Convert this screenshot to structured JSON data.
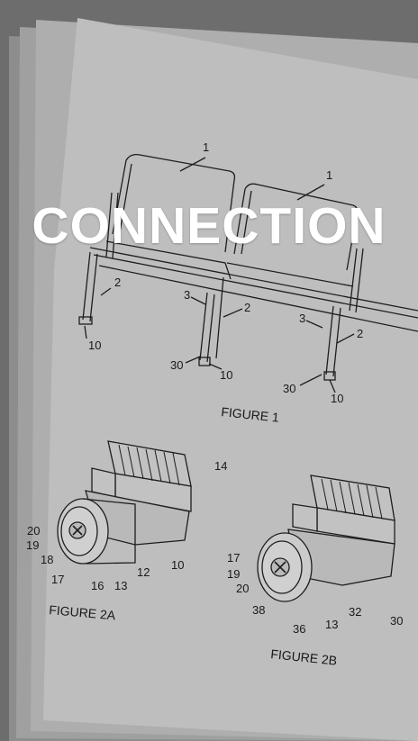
{
  "headline": "CONNECTION",
  "figure_captions": {
    "fig1": "FIGURE 1",
    "fig2a": "FIGURE 2A",
    "fig2b": "FIGURE 2B"
  },
  "fig1_labels": {
    "seat_left": "1",
    "seat_right": "1",
    "leg_left": "2",
    "leg_mid": "2",
    "leg_right": "2",
    "beam_mid": "3",
    "beam_right": "3",
    "foot_left": "10",
    "foot_mid_a": "30",
    "foot_mid_b": "10",
    "foot_right_a": "30",
    "foot_right_b": "10"
  },
  "fig2a_labels": [
    "20",
    "19",
    "18",
    "17",
    "16",
    "13",
    "12",
    "10",
    "14"
  ],
  "fig2b_labels": [
    "17",
    "19",
    "20",
    "38",
    "36",
    "13",
    "32",
    "30"
  ],
  "colors": {
    "paper": "#d2d2d2",
    "paper_shadow": "#a9a9a9",
    "ink": "#1c1c1c",
    "headline": "#ffffff"
  }
}
